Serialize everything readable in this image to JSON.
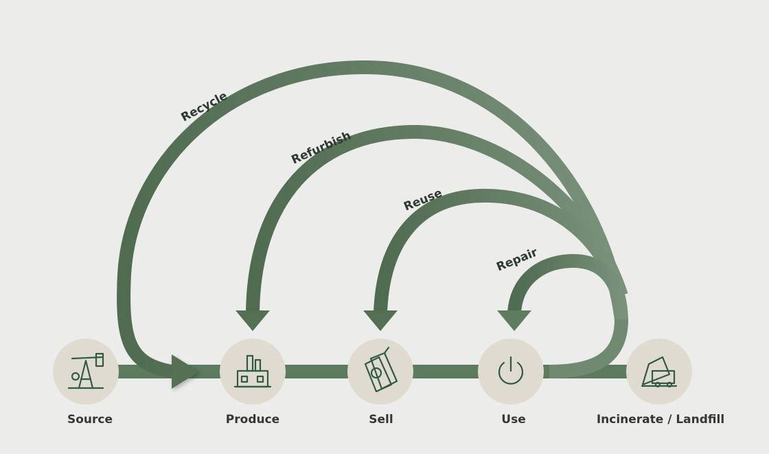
{
  "colors": {
    "background": "#ececea",
    "arrow": "#5b7a5e",
    "node_fill": "#e0dbd1",
    "icon": "#2f5a45",
    "label": "#333835"
  },
  "nodes": [
    {
      "label": "Source",
      "icon": "oil-pump-icon"
    },
    {
      "label": "Produce",
      "icon": "factory-icon"
    },
    {
      "label": "Sell",
      "icon": "price-tag-icon"
    },
    {
      "label": "Use",
      "icon": "power-icon"
    },
    {
      "label": "Incinerate / Landfill",
      "icon": "landfill-truck-icon"
    }
  ],
  "loops": [
    {
      "label": "Recycle",
      "from": "Incinerate / Landfill",
      "to": "Produce"
    },
    {
      "label": "Refurbish",
      "from": "Incinerate / Landfill",
      "to": "Produce"
    },
    {
      "label": "Reuse",
      "from": "Incinerate / Landfill",
      "to": "Sell"
    },
    {
      "label": "Repair",
      "from": "Incinerate / Landfill",
      "to": "Use"
    }
  ]
}
